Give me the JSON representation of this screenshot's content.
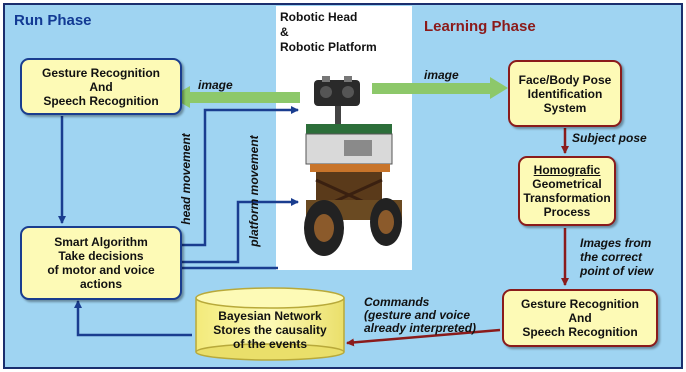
{
  "colors": {
    "background": "#9fd4f2",
    "run_phase": "#123a94",
    "learning_phase": "#8b1a1a",
    "box_fill": "#fdfab6",
    "image_arrow": "#8dc86a"
  },
  "robot": {
    "title": "Robotic Head\n&\nRobotic Platform",
    "icon": "robot-photo"
  },
  "run_phase": {
    "title": "Run Phase",
    "gesture_box": "Gesture Recognition\nAnd\nSpeech Recognition",
    "smart_box": "Smart Algorithm\nTake decisions\nof motor and voice\nactions"
  },
  "learning_phase": {
    "title": "Learning Phase",
    "face_box": "Face/Body  Pose\nIdentification\nSystem",
    "homografic_title": "Homografic",
    "homografic_rest": "Geometrical\nTransformation\nProcess",
    "gesture_box": "Gesture Recognition\nAnd\nSpeech Recognition"
  },
  "database": {
    "label": "Bayesian Network\nStores the causality\nof the events"
  },
  "edges": {
    "image_left": "image",
    "image_right": "image",
    "head_movement": "head movement",
    "platform_movement": "platform movement",
    "subject_pose": "Subject pose",
    "images_from": "Images from\nthe correct\npoint of view",
    "commands": "Commands\n(gesture and voice\nalready interpreted)"
  }
}
